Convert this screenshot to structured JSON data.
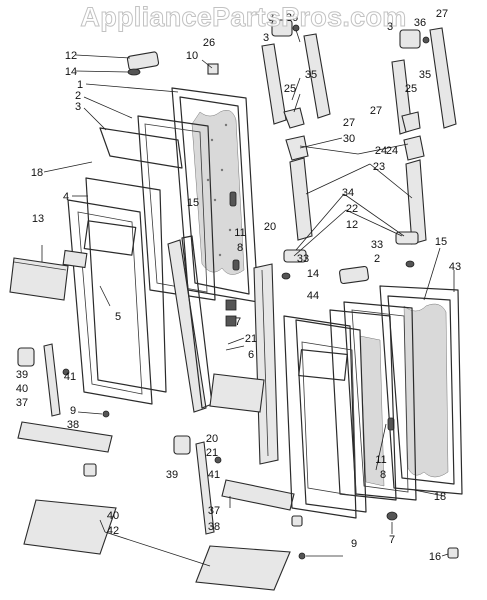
{
  "watermark": "AppliancePartsPros.com",
  "callouts": {
    "c36a": "36",
    "c36b": "36",
    "c3a": "3",
    "c3b": "3",
    "c3c": "3",
    "c3d": "3",
    "c27a": "27",
    "c27b": "27",
    "c27c": "27",
    "c12a": "12",
    "c12b": "12",
    "c26": "26",
    "c10": "10",
    "c14a": "14",
    "c14b": "14",
    "c35a": "35",
    "c35b": "35",
    "c25a": "25",
    "c25b": "25",
    "c1": "1",
    "c2a": "2",
    "c2b": "2",
    "c30": "30",
    "c24a": "24",
    "c24b": "24",
    "c23": "23",
    "c18a": "18",
    "c18b": "18",
    "c15a": "15",
    "c15b": "15",
    "c4": "4",
    "c34": "34",
    "c22": "22",
    "c13": "13",
    "c11a": "11",
    "c11b": "11",
    "c8a": "8",
    "c8b": "8",
    "c20a": "20",
    "c20b": "20",
    "c33a": "33",
    "c33b": "33",
    "c43": "43",
    "c44": "44",
    "c5": "5",
    "c7a": "7",
    "c7b": "7",
    "c21a": "21",
    "c21b": "21",
    "c6": "6",
    "c39a": "39",
    "c39b": "39",
    "c40a": "40",
    "c40b": "40",
    "c41a": "41",
    "c41b": "41",
    "c37a": "37",
    "c37b": "37",
    "c9a": "9",
    "c9b": "9",
    "c38a": "38",
    "c38b": "38",
    "c42": "42",
    "c16": "16"
  }
}
